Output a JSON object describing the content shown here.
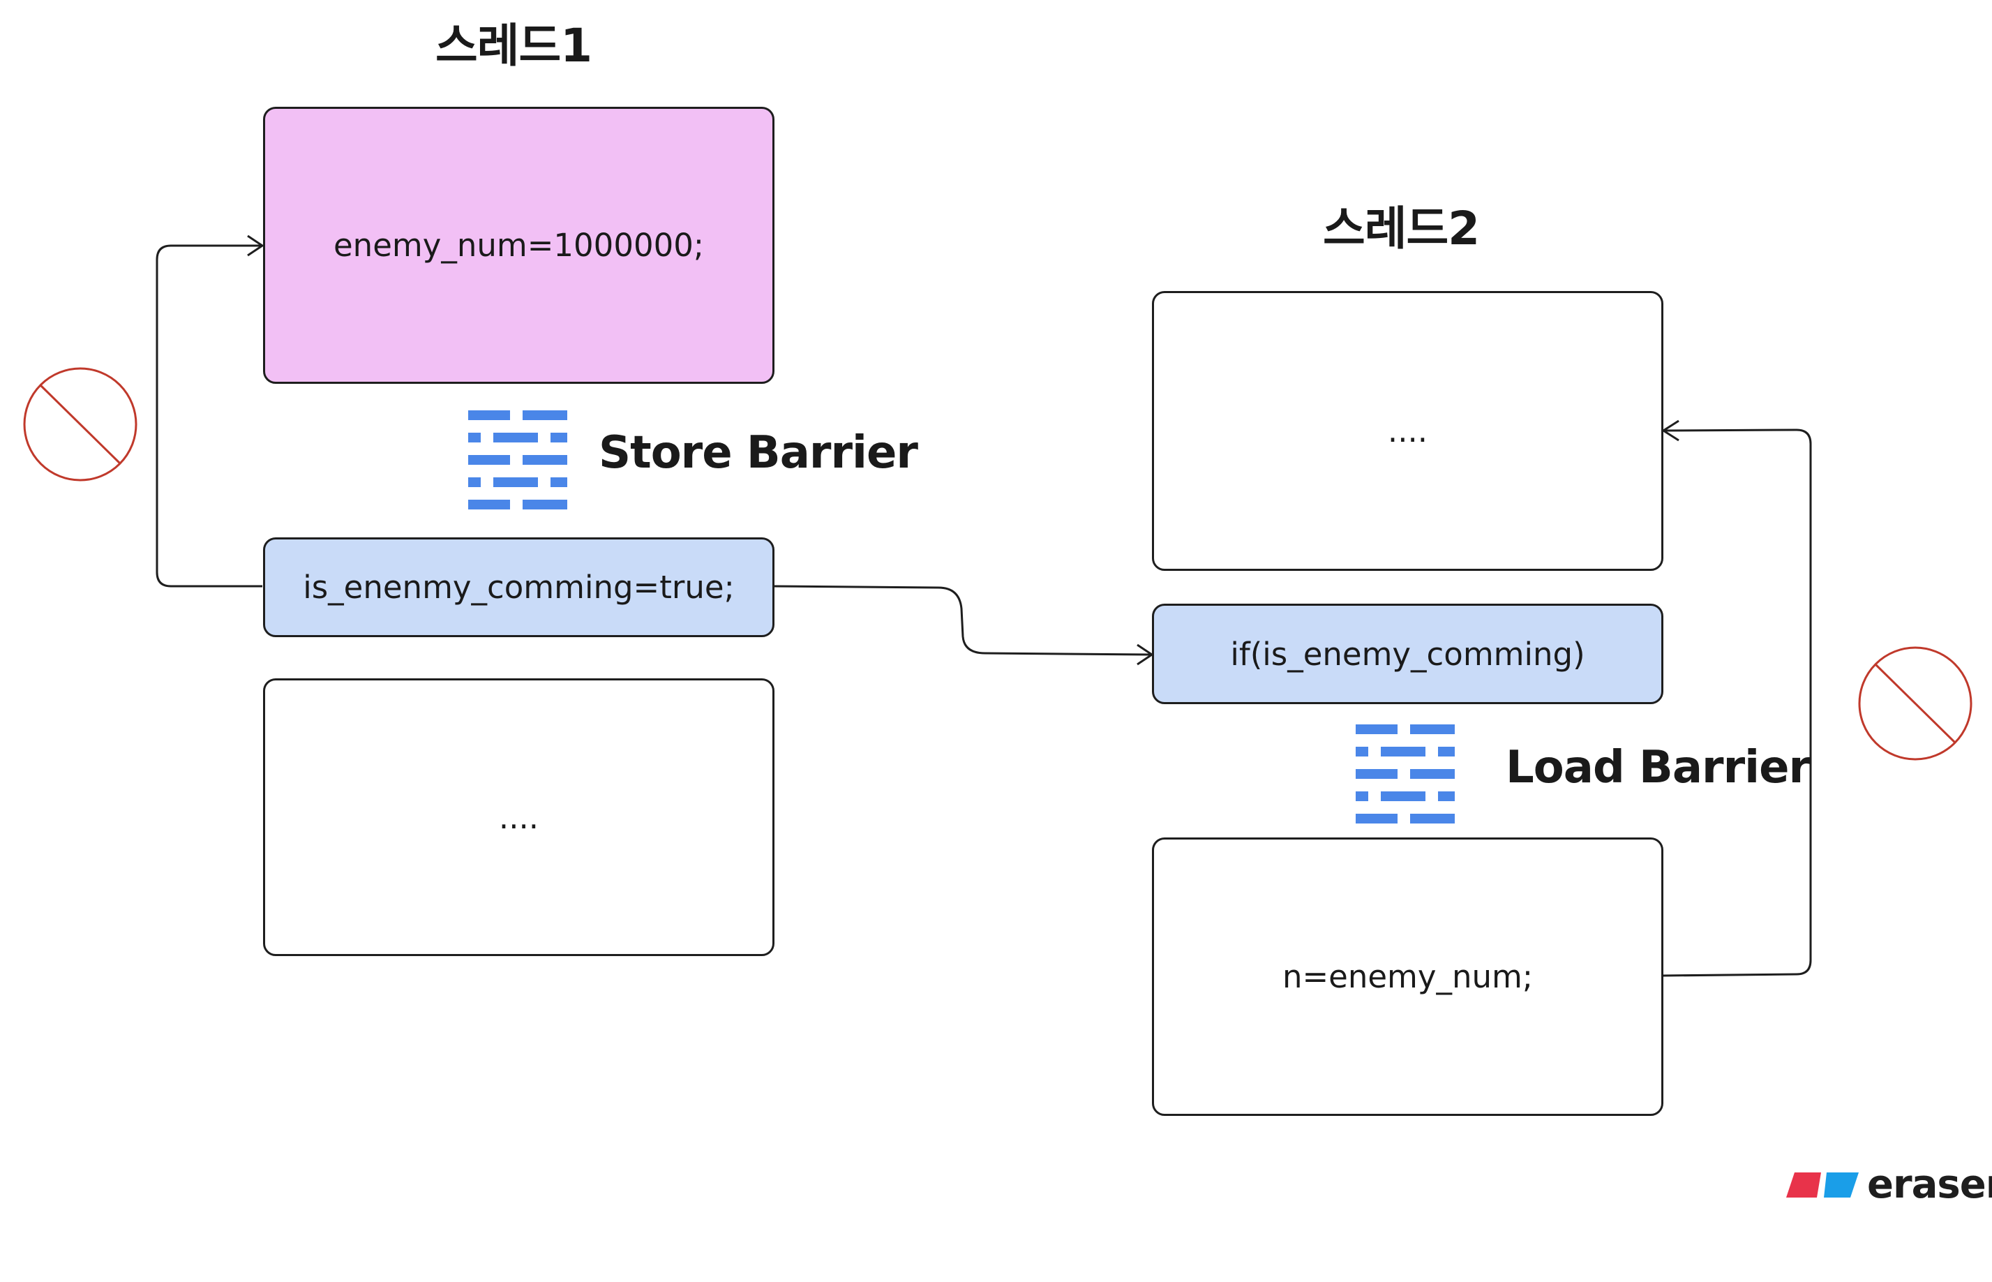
{
  "thread1": {
    "title": "스레드1",
    "box_top": {
      "text": "enemy_num=1000000;",
      "fill": "#f2c0f5"
    },
    "store_barrier_label": "Store Barrier",
    "box_mid": {
      "text": "is_enenmy_comming=true;",
      "fill": "#c9dbf8"
    },
    "box_bottom": {
      "text": "...."
    }
  },
  "thread2": {
    "title": "스레드2",
    "box_top": {
      "text": "...."
    },
    "box_mid": {
      "text": "if(is_enemy_comming)",
      "fill": "#c9dbf8"
    },
    "load_barrier_label": "Load Barrier",
    "box_bottom": {
      "text": "n=enemy_num;"
    }
  },
  "icons": {
    "barrier": "barrier-icon",
    "prohibited": "prohibited-icon",
    "barrier_color": "#4a86e8",
    "prohibited_color": "#c0392b"
  },
  "brand": {
    "name": "eraser",
    "colors": [
      "#e8334a",
      "#1a9ee8"
    ]
  }
}
